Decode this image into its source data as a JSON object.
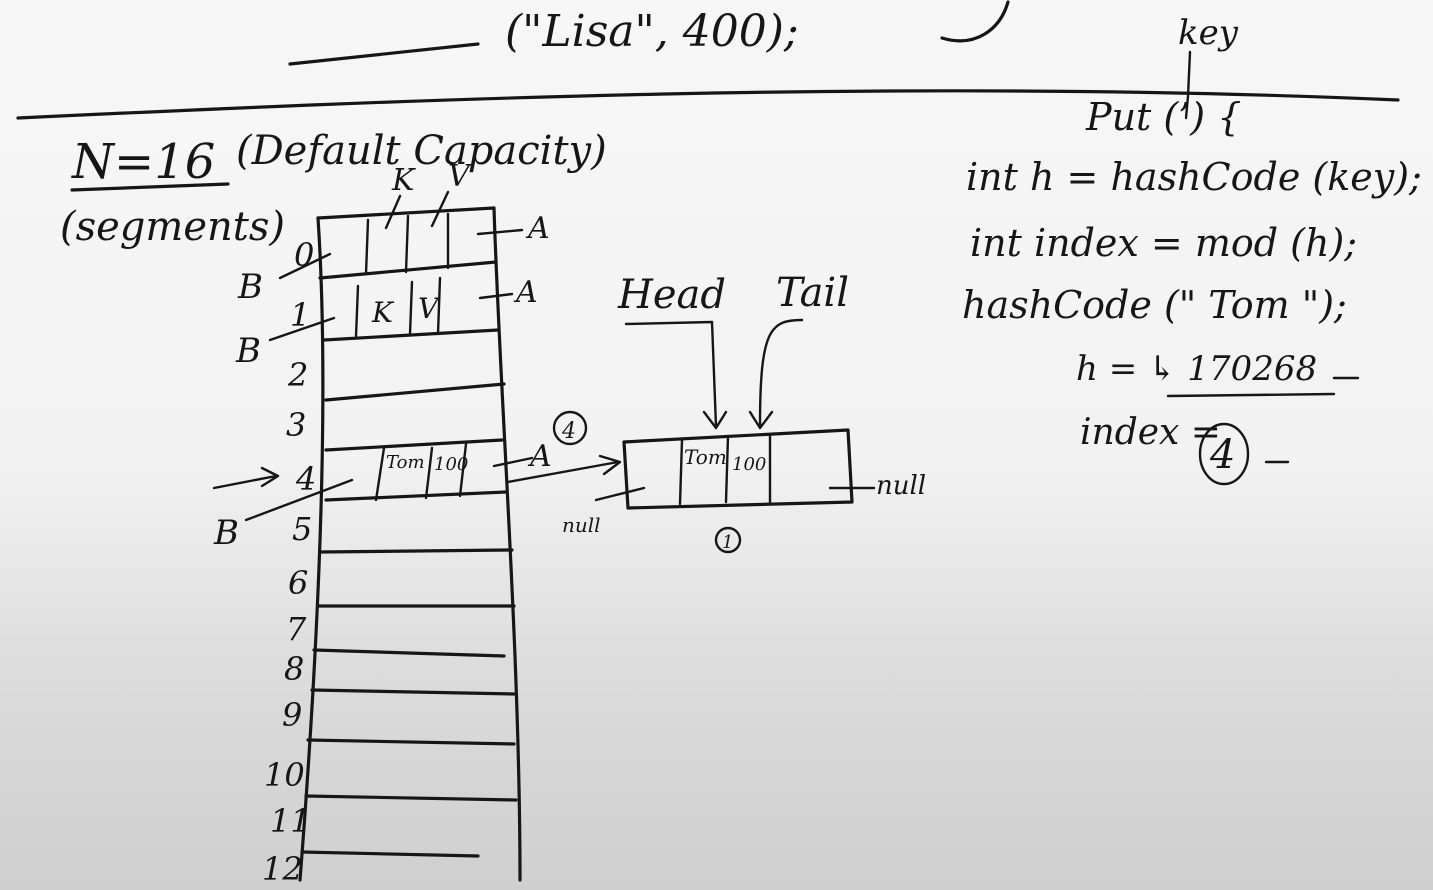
{
  "top": {
    "call": "(\"Lisa\", 400);"
  },
  "title": {
    "capacity": "N=16",
    "capacity_note": "(Default Capacity)",
    "segments": "(segments)"
  },
  "columns": {
    "k": "K",
    "v": "V"
  },
  "rows": [
    "0",
    "1",
    "2",
    "3",
    "4",
    "5",
    "6",
    "7",
    "8",
    "9",
    "10",
    "11",
    "12"
  ],
  "row0": {
    "after": "A",
    "before": "B"
  },
  "row1": {
    "key": "K",
    "value": "V",
    "after": "A",
    "before": "B"
  },
  "row4": {
    "key": "Tom",
    "value": "100",
    "after": "A",
    "index_circle": "4",
    "before": "B"
  },
  "list": {
    "head": "Head",
    "tail": "Tail",
    "key": "Tom",
    "value": "100",
    "prev_null": "null",
    "next_null": "null",
    "node_number": "1"
  },
  "code": {
    "key_label": "key",
    "put": "Put (’) {",
    "line1": "int h = hashCode (key);",
    "line2": "int index = mod (h);",
    "line3": "hashCode (\" Tom \");",
    "h_value": "h = ↳ 170268",
    "index_label": "index =",
    "index_value": "4"
  },
  "colors": {
    "ink": "#161616",
    "board": "#f5f5f5"
  }
}
